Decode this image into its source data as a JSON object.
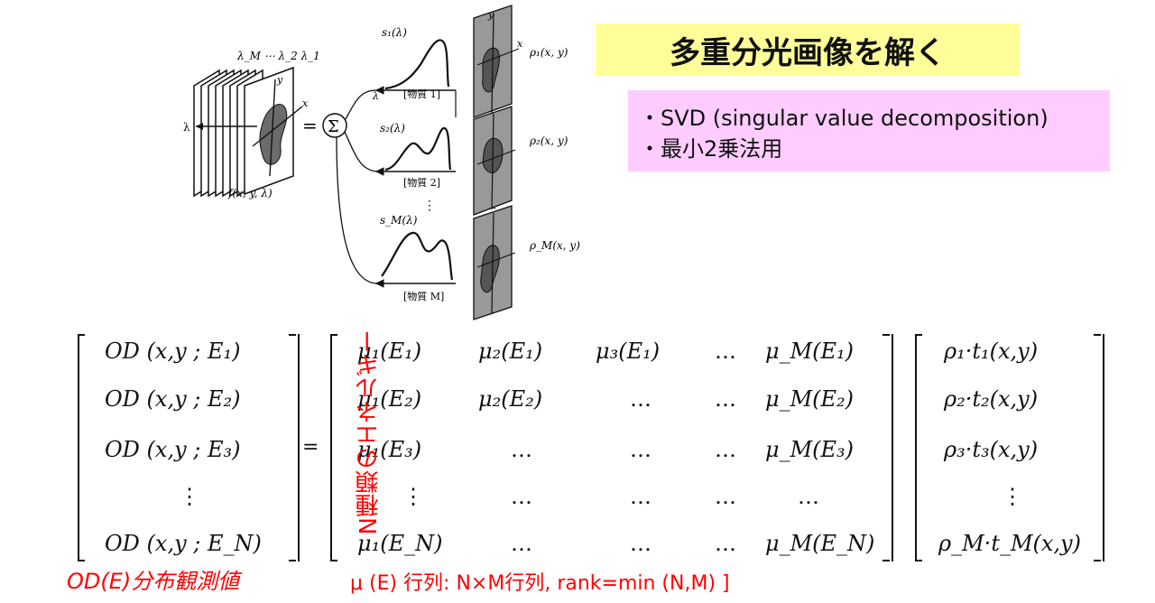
{
  "figure": {
    "stack_label_top": "λ_M ⋯ λ_2 λ_1",
    "axis_lambda": "λ",
    "axis_x": "x",
    "axis_y": "y",
    "function_label": "f(x, y, λ)",
    "sum_symbol": "Σ",
    "equals": "=",
    "spectra": [
      {
        "label": "s₁(λ)",
        "material": "[物質 1]"
      },
      {
        "label": "s₂(λ)",
        "material": "[物質 2]"
      },
      {
        "label": "s_M(λ)",
        "material": "[物質 M]"
      }
    ],
    "spectrum_axis_lambda": "λ",
    "maps": [
      {
        "label": "ρ₁(x, y)"
      },
      {
        "label": "ρ₂(x, y)"
      },
      {
        "label": "ρ_M(x, y)"
      }
    ],
    "vdots": "⋮"
  },
  "title": "多重分光画像を解く",
  "methods": [
    "・SVD (singular value decomposition)",
    "・最小2乗法用"
  ],
  "equation": {
    "od_column": [
      "OD (x,y ; E₁)",
      "OD (x,y ; E₂)",
      "OD (x,y ; E₃)",
      "⋮",
      "OD (x,y ; E_N)"
    ],
    "equals": "=",
    "mu_matrix": [
      [
        "μ₁(E₁)",
        "μ₂(E₁)",
        "μ₃(E₁)",
        "…",
        "μ_M(E₁)"
      ],
      [
        "μ₁(E₂)",
        "μ₂(E₂)",
        "…",
        "…",
        "μ_M(E₂)"
      ],
      [
        "μ₁(E₃)",
        "…",
        "…",
        "…",
        "μ_M(E₃)"
      ],
      [
        "⋮",
        "…",
        "…",
        "…",
        "…"
      ],
      [
        "μ₁(E_N)",
        "…",
        "…",
        "…",
        "μ_M(E_N)"
      ]
    ],
    "rho_column": [
      "ρ₁·t₁(x,y)",
      "ρ₂·t₂(x,y)",
      "ρ₃·t₃(x,y)",
      "⋮",
      "ρ_M·t_M(x,y)"
    ]
  },
  "annotations": {
    "od_distribution": "OD(E)分布観測値",
    "vertical_energy": "N種類のエネルギー",
    "mu_matrix_note": "μ (E) 行列: N×M行列, rank=min (N,M) ]"
  },
  "colors": {
    "title_bg": "#ffff99",
    "methods_bg": "#ffccff",
    "annotation": "#ff0000",
    "blob": "#6b6b6b"
  }
}
